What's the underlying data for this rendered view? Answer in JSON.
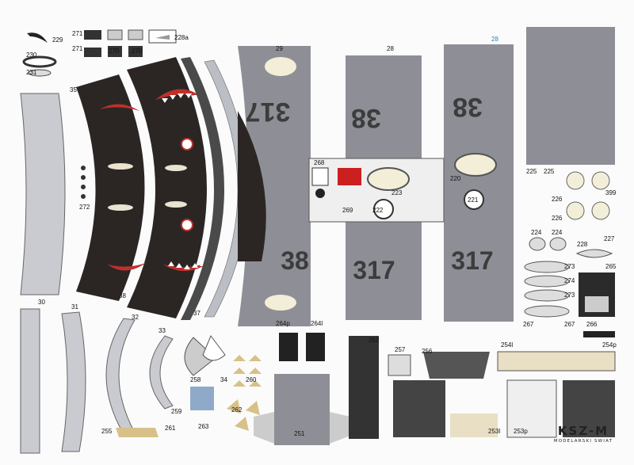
{
  "sheet": {
    "brand_logo": "KSZ-M",
    "brand_name": "MODELARSKI SWIAT",
    "part_labels": [
      "229",
      "271",
      "270",
      "270",
      "228a",
      "271",
      "230",
      "231",
      "35",
      "29",
      "28",
      "28",
      "272",
      "38",
      "37",
      "268",
      "269",
      "222",
      "223",
      "220",
      "221",
      "225",
      "225",
      "226",
      "226",
      "399",
      "224",
      "224",
      "228",
      "227",
      "265",
      "273",
      "274",
      "273",
      "30",
      "31",
      "32",
      "33",
      "34",
      "258",
      "259",
      "261",
      "263",
      "260",
      "262",
      "255",
      "264p",
      "264l",
      "251",
      "252",
      "257",
      "256",
      "254l",
      "254p",
      "267",
      "267",
      "266",
      "253l",
      "253p"
    ],
    "fuselage_codes": {
      "left_upper": "317",
      "mid_upper": "38",
      "right_upper": "38",
      "mid_lower": "317",
      "right_lower": "317",
      "left_lower": "38"
    }
  }
}
